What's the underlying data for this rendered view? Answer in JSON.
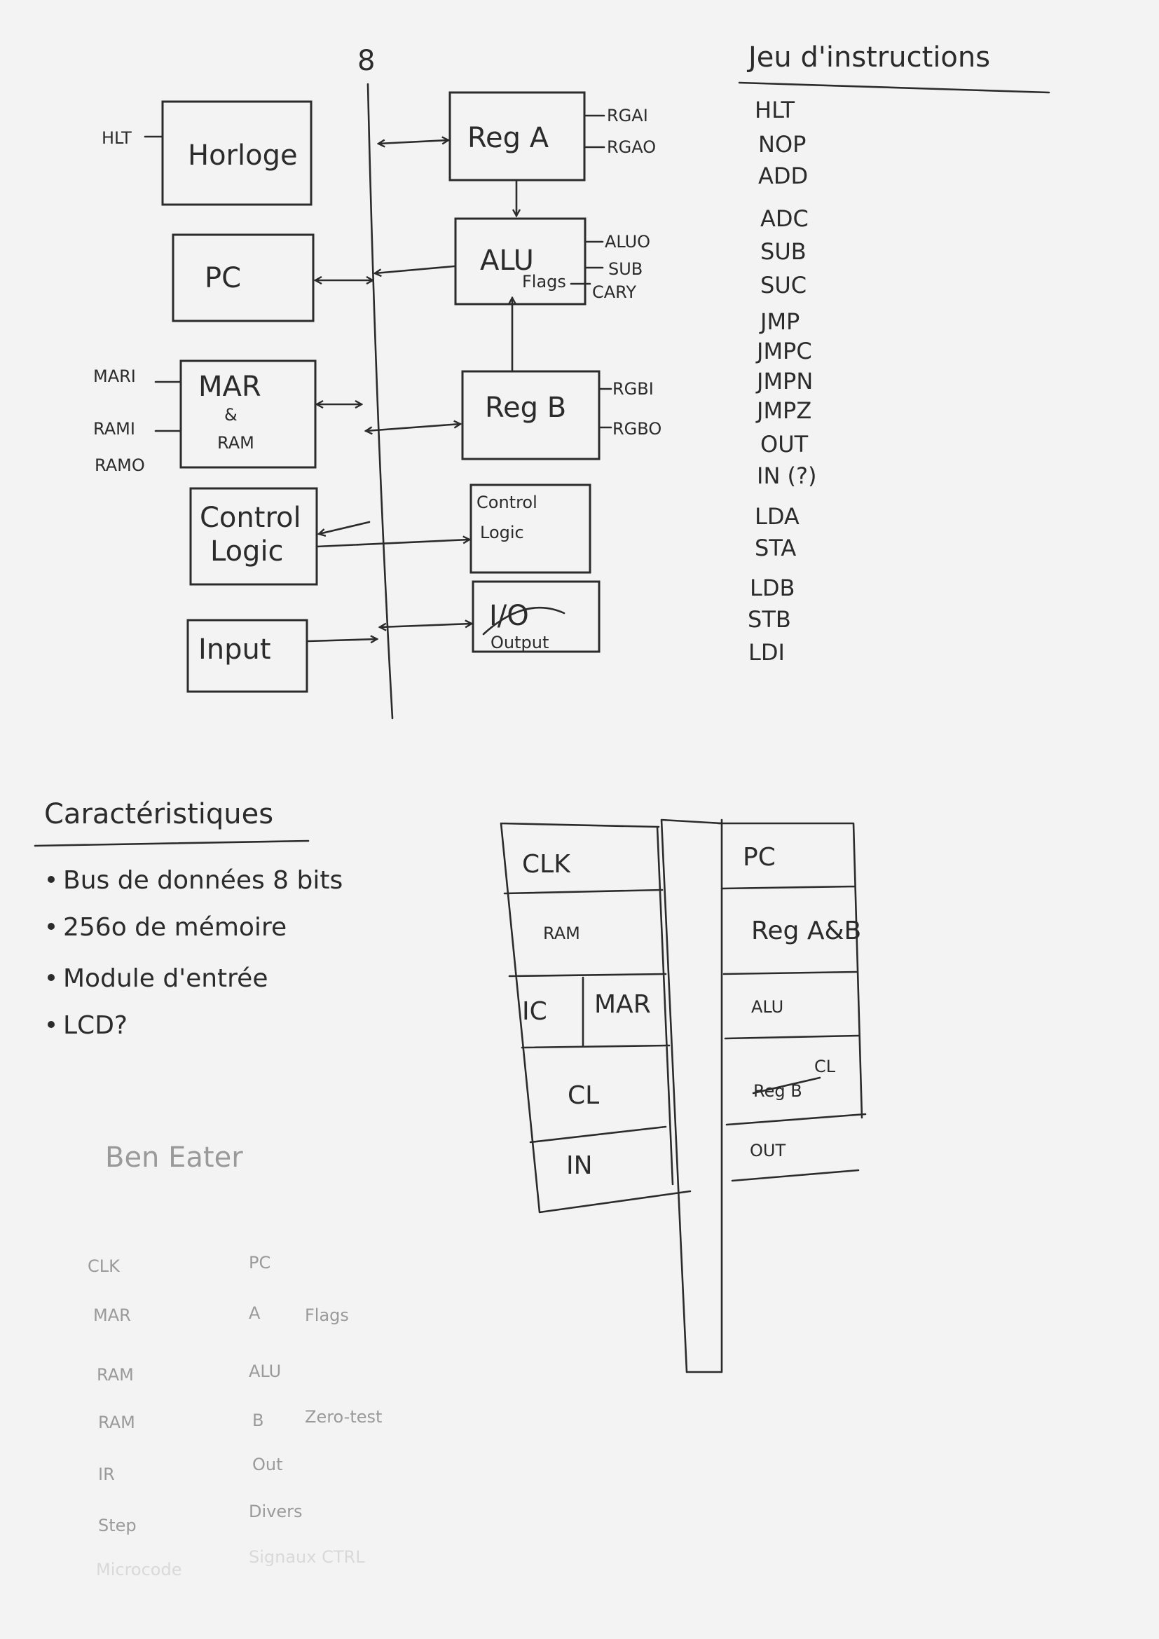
{
  "bus_width": "8",
  "diagram": {
    "clock": {
      "label": "Horloge",
      "signal": "HLT"
    },
    "pc": {
      "label": "PC"
    },
    "mar": {
      "label_1": "MAR",
      "label_2": "&",
      "label_3": "RAM",
      "signals": [
        "MARI",
        "RAMI",
        "RAMO"
      ]
    },
    "control_left": {
      "label_1": "Control",
      "label_2": "Logic"
    },
    "input": {
      "label": "Input"
    },
    "reg_a": {
      "label": "Reg A",
      "signals": [
        "RGAI",
        "RGAO"
      ]
    },
    "alu": {
      "label": "ALU",
      "sublabel": "Flags",
      "signals": [
        "ALUO",
        "SUB",
        "CARY"
      ]
    },
    "reg_b": {
      "label": "Reg B",
      "signals": [
        "RGBI",
        "RGBO"
      ]
    },
    "control_right": {
      "label_1": "Control",
      "label_2": "Logic"
    },
    "output": {
      "struck": "I/O",
      "label": "Output"
    }
  },
  "instructions": {
    "title": "Jeu d'instructions",
    "items": [
      "HLT",
      "NOP",
      "ADD",
      "ADC",
      "SUB",
      "SUC",
      "JMP",
      "JMPC",
      "JMPN",
      "JMPZ",
      "OUT",
      "IN (?)",
      "LDA",
      "STA",
      "LDB",
      "STB",
      "LDI"
    ]
  },
  "features": {
    "title": "Caractéristiques",
    "items": [
      "Bus de données 8 bits",
      "256o de mémoire",
      "Module d'entrée",
      "LCD?"
    ]
  },
  "board_layout": {
    "left": [
      "CLK",
      "RAM",
      "IC",
      "MAR",
      "CL",
      "IN"
    ],
    "right": [
      "PC",
      "Reg A&B",
      "ALU",
      "Reg B",
      "CL",
      "OUT"
    ]
  },
  "ben_eater": {
    "title": "Ben Eater",
    "left": [
      "CLK",
      "MAR",
      "RAM",
      "RAM",
      "IR",
      "Step",
      "Microcode"
    ],
    "right": [
      "PC",
      "A",
      "ALU",
      "B",
      "Out",
      "Divers",
      "Signaux CTRL"
    ],
    "right_notes": [
      "Flags",
      "Zero-test"
    ]
  },
  "colors": {
    "ink": "#2b2b2b",
    "paper": "#f3f3f3",
    "faint": "#9a9a9a"
  }
}
